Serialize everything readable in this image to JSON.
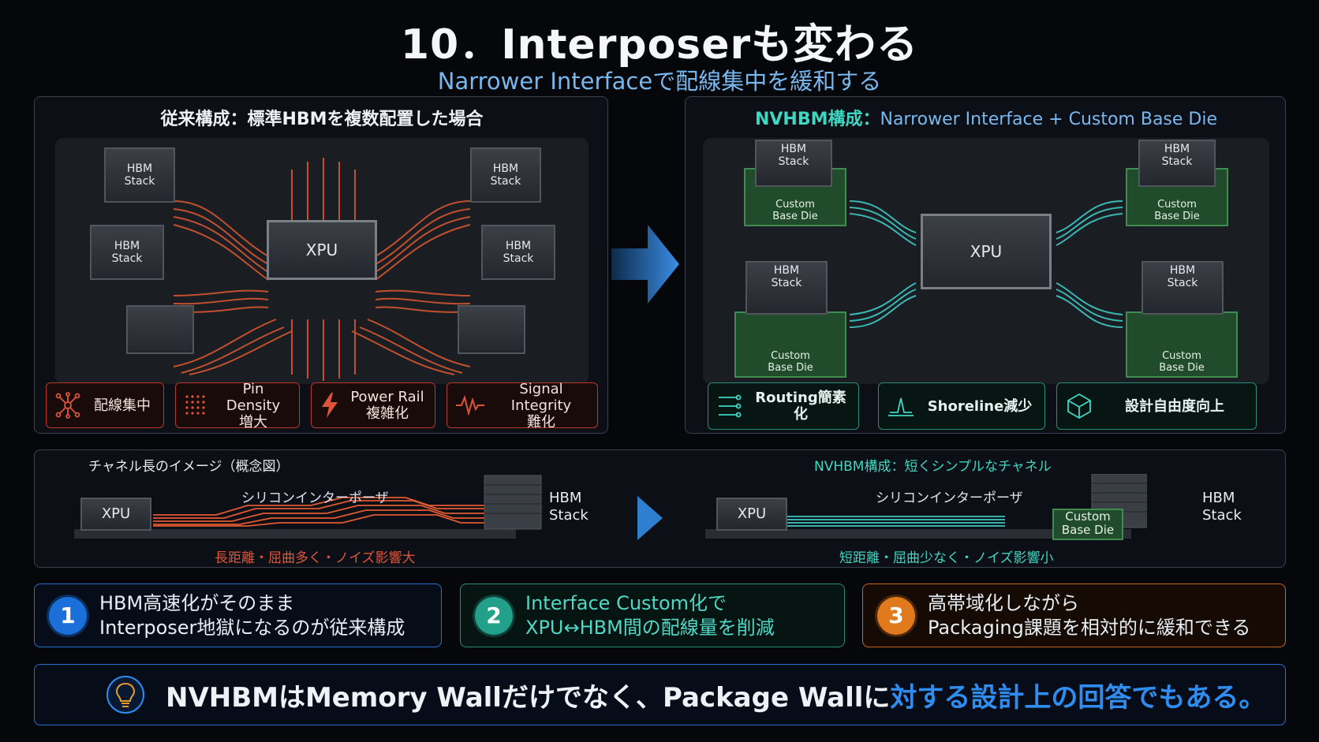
{
  "title": "10．Interposerも変わる",
  "subtitle": "Narrower Interfaceで配線集中を緩和する",
  "left_panel": {
    "title": "従来構成：標準HBMを複数配置した場合",
    "hbm_label": "HBM\nStack",
    "xpu_label": "XPU",
    "badges": [
      {
        "icon": "network-icon",
        "label": "配線集中"
      },
      {
        "icon": "dot-grid-icon",
        "label": "Pin Density\n増大"
      },
      {
        "icon": "lightning-icon",
        "label": "Power Rail\n複雑化"
      },
      {
        "icon": "waveform-icon",
        "label": "Signal Integrity\n難化"
      }
    ]
  },
  "right_panel": {
    "title_prefix": "NVHBM構成：",
    "title_suffix": "Narrower Interface + Custom Base Die",
    "hbm_label": "HBM\nStack",
    "cbd_label": "Custom\nBase Die",
    "xpu_label": "XPU",
    "badges": [
      {
        "icon": "routing-icon",
        "label": "Routing簡素化"
      },
      {
        "icon": "shoreline-icon",
        "label": "Shoreline減少"
      },
      {
        "icon": "cube-icon",
        "label": "設計自由度向上"
      }
    ]
  },
  "channel": {
    "left_title": "チャネル長のイメージ（概念図）",
    "right_title": "NVHBM構成：短くシンプルなチャネル",
    "interposer_label": "シリコンインターポーザ",
    "xpu_label": "XPU",
    "hbm_label": "HBM\nStack",
    "cbd_label": "Custom\nBase Die",
    "left_caption": "長距離・屈曲多く・ノイズ影響大",
    "right_caption": "短距離・屈曲少なく・ノイズ影響小"
  },
  "cards": [
    {
      "num": "1",
      "text": "HBM高速化がそのまま\nInterposer地獄になるのが従来構成",
      "color": "#1a6fd8"
    },
    {
      "num": "2",
      "text": "Interface Custom化で\nXPU↔HBM間の配線量を削減",
      "color": "#23a08a"
    },
    {
      "num": "3",
      "text": "高帯域化しながら\nPackaging課題を相対的に緩和できる",
      "color": "#e07a1c"
    }
  ],
  "footer": {
    "icon": "lightbulb-icon",
    "text_white": "NVHBMはMemory Wallだけでなく、Package Wallに",
    "text_blue": "対する設計上の回答でもある。"
  },
  "colors": {
    "accent_blue": "#79b8ee",
    "teal": "#3fd6c2",
    "trace_red": "#e05a32",
    "trace_teal": "#3ec8c2",
    "highlight_blue": "#2f8df0"
  }
}
